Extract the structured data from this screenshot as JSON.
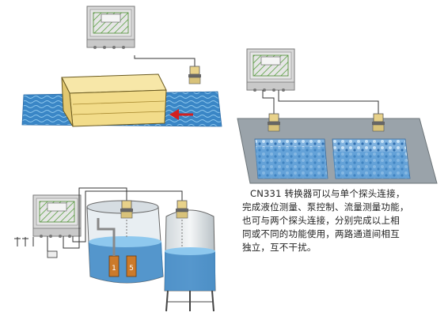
{
  "caption": {
    "lines": [
      "CN331 转换器可以与单个探头连接，",
      "完成液位测量、泵控制、流量测量功能，",
      "也可与两个探头连接，分别完成以上相",
      "同或不同的功能使用，两路通道间相互",
      "独立，互不干扰。"
    ]
  },
  "labels": {
    "pump1": "1",
    "pump2": "5"
  },
  "colors": {
    "water": "#3a86c6",
    "water_light": "#8ec8ee",
    "box": "#f2dc8a",
    "controller": "#d9d9d9",
    "screen": "#c8e6a0",
    "arrow": "#d42020",
    "stone": "#9aa3aa",
    "pump": "#cc7a2a"
  },
  "icons": [
    "controller-icon",
    "sensor-icon",
    "arrow-left-icon",
    "pump-icon",
    "plug-icon"
  ]
}
